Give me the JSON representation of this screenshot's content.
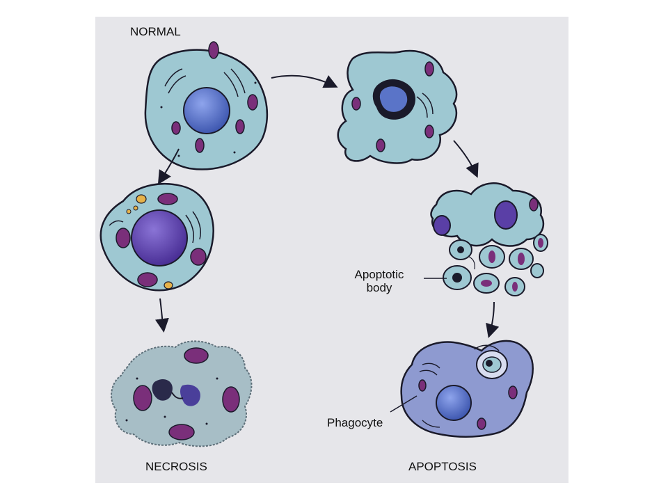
{
  "labels": {
    "normal": "NORMAL",
    "necrosis": "NECROSIS",
    "apoptosis": "APOPTOSIS",
    "apoptotic_body_line1": "Apoptotic",
    "apoptotic_body_line2": "body",
    "phagocyte": "Phagocyte"
  },
  "colors": {
    "background": "#e6e6ea",
    "cytoplasm": "#9ec8d2",
    "nucleus": "#5a74c8",
    "nucleus_dark": "#5a3fa6",
    "mitochondria": "#7a2f7a",
    "phagocyte": "#8e9ad0",
    "outline": "#1a1a2a",
    "vacuole": "#e6b24a"
  }
}
